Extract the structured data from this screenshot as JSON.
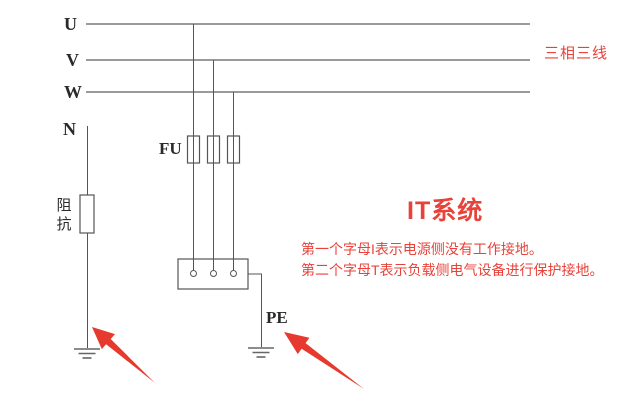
{
  "diagram": {
    "phase_u_label": "U",
    "phase_v_label": "V",
    "phase_w_label": "W",
    "neutral_label": "N",
    "fuse_label": "FU",
    "impedance_label": "阻抗",
    "pe_label": "PE"
  },
  "annotations": {
    "three_phase_note": "三相三线",
    "system_title": "IT系统",
    "explain_line1": "第一个字母I表示电源侧没有工作接地。",
    "explain_line2": "第二个字母T表示负载侧电气设备进行保护接地。"
  },
  "colors": {
    "accent_red": "#e8423a",
    "arrow_red": "#e63a2e",
    "bus_gray": "#9a9a9a",
    "circuit_dark": "#555555",
    "label_dark": "#2a2a2a"
  }
}
